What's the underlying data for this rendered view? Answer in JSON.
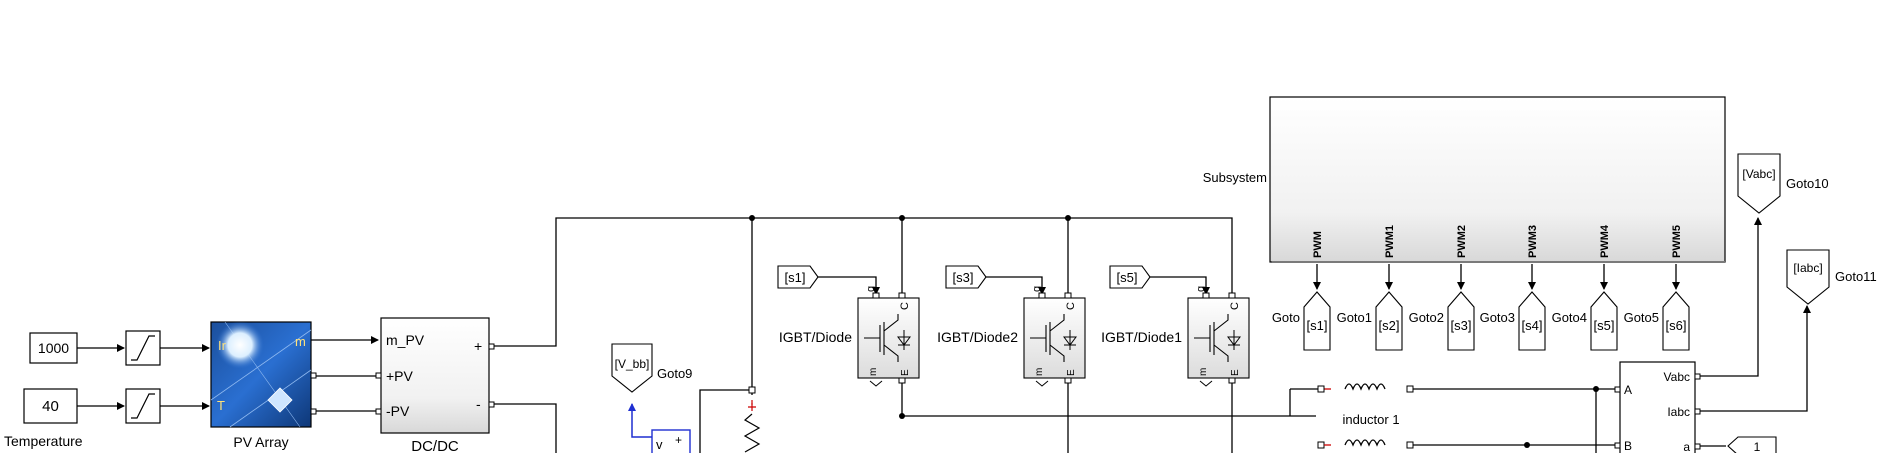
{
  "blocks": {
    "const_irr": "1000",
    "const_temp": "40",
    "temp_label": "Temperature",
    "pv_array_label": "PV Array",
    "pv_port_ir": "Ir",
    "pv_port_t": "T",
    "pv_port_m": "m",
    "dcdc_label": "DC/DC",
    "dcdc_in_m": "m_PV",
    "dcdc_in_p": "+PV",
    "dcdc_in_n": "-PV",
    "dcdc_out_p": "+",
    "dcdc_out_n": "-",
    "goto9_tag": "[V_bb]",
    "goto9_name": "Goto9",
    "vmeas_v": "v",
    "vmeas_plus": "+",
    "igbt_names": [
      "IGBT/Diode",
      "IGBT/Diode2",
      "IGBT/Diode1"
    ],
    "igbt_tags": [
      "[s1]",
      "[s3]",
      "[s5]"
    ],
    "igbt_port_g": "g",
    "igbt_port_c": "C",
    "igbt_port_m": "m",
    "igbt_port_e": "E",
    "subsystem_name": "Subsystem",
    "subsystem_ports": [
      "PWM",
      "PWM1",
      "PWM2",
      "PWM3",
      "PWM4",
      "PWM5"
    ],
    "goto_tags": [
      "[s1]",
      "[s2]",
      "[s3]",
      "[s4]",
      "[s5]",
      "[s6]"
    ],
    "goto_names": [
      "Goto",
      "Goto1",
      "Goto2",
      "Goto3",
      "Goto4",
      "Goto5"
    ],
    "goto10_tag": "[Vabc]",
    "goto10_name": "Goto10",
    "goto11_tag": "[Iabc]",
    "goto11_name": "Goto11",
    "inductor_label": "inductor 1",
    "meas_vabc": "Vabc",
    "meas_iabc": "Iabc",
    "meas_a_out": "a",
    "meas_A": "A",
    "meas_B": "B",
    "outport_1": "1"
  }
}
